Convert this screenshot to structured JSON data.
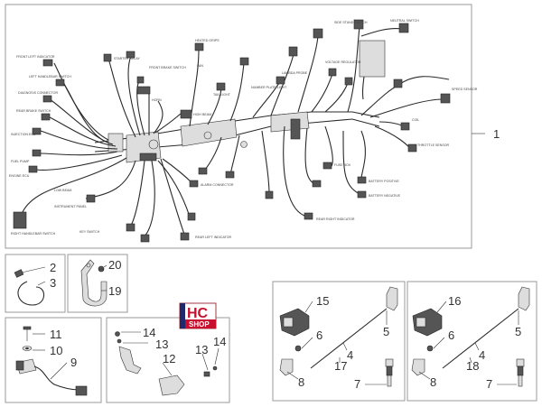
{
  "logo": {
    "line1": "HC",
    "line2": "SHOP"
  },
  "main_diagram": {
    "callout_number": "1",
    "connector_labels": [
      "FRONT LEFT INDICATOR",
      "LEFT HANDLEBAR SWITCH",
      "DIAGNOSIS CONNECTOR",
      "REAR BRAKE SWITCH",
      "INJECTION ECU",
      "FUEL PUMP",
      "ENGINE ECU",
      "RIGHT HANDLEBAR SWITCH",
      "STARTER RELAY",
      "FRONT BRAKE SWITCH",
      "HORN",
      "HIGH BEAM",
      "LOW BEAM",
      "INSTRUMENT PANEL",
      "KEY SWITCH",
      "HEATED GRIPS",
      "FAN",
      "TAIL LIGHT",
      "NUMBER PLATE LIGHT",
      "LAMBDA PROBE",
      "VOLTAGE REGULATOR",
      "SIDE STAND SWITCH",
      "NEUTRAL SWITCH",
      "SPEED SENSOR",
      "COIL",
      "THROTTLE SENSOR",
      "FUSE BOX",
      "BATTERY POSITIVE",
      "BATTERY NEGATIVE",
      "REAR RIGHT INDICATOR",
      "REAR LEFT INDICATOR",
      "ALARM CONNECTOR"
    ]
  },
  "panels": {
    "clamp": {
      "labels": [
        "2",
        "3"
      ]
    },
    "bracket": {
      "labels": [
        "20",
        "19"
      ]
    },
    "sensor": {
      "labels": [
        "11",
        "10",
        "9"
      ]
    },
    "cable_holder": {
      "labels": [
        "14",
        "13",
        "12",
        "13",
        "14"
      ]
    },
    "coil_kit_a": {
      "labels": [
        "15",
        "6",
        "5",
        "4",
        "17",
        "8",
        "7"
      ]
    },
    "coil_kit_b": {
      "labels": [
        "16",
        "6",
        "5",
        "4",
        "18",
        "8",
        "7"
      ]
    }
  }
}
